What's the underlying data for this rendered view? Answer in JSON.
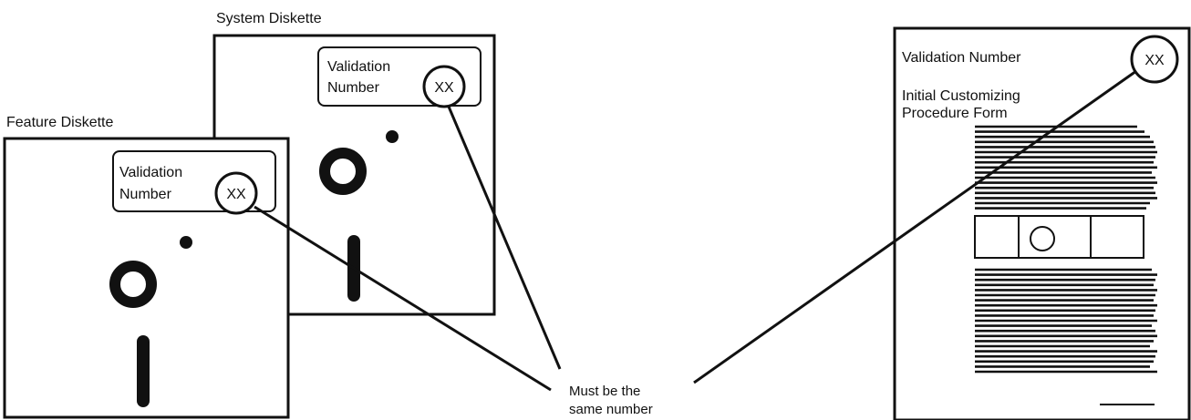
{
  "system_diskette": {
    "title": "System Diskette",
    "label_line1": "Validation",
    "label_line2": "Number",
    "validation_code": "XX"
  },
  "feature_diskette": {
    "title": "Feature Diskette",
    "label_line1": "Validation",
    "label_line2": "Number",
    "validation_code": "XX"
  },
  "form": {
    "validation_label": "Validation Number",
    "validation_code": "XX",
    "title_line1": "Initial Customizing",
    "title_line2": "Procedure Form"
  },
  "callout": {
    "line1": "Must be the",
    "line2": "same number"
  }
}
